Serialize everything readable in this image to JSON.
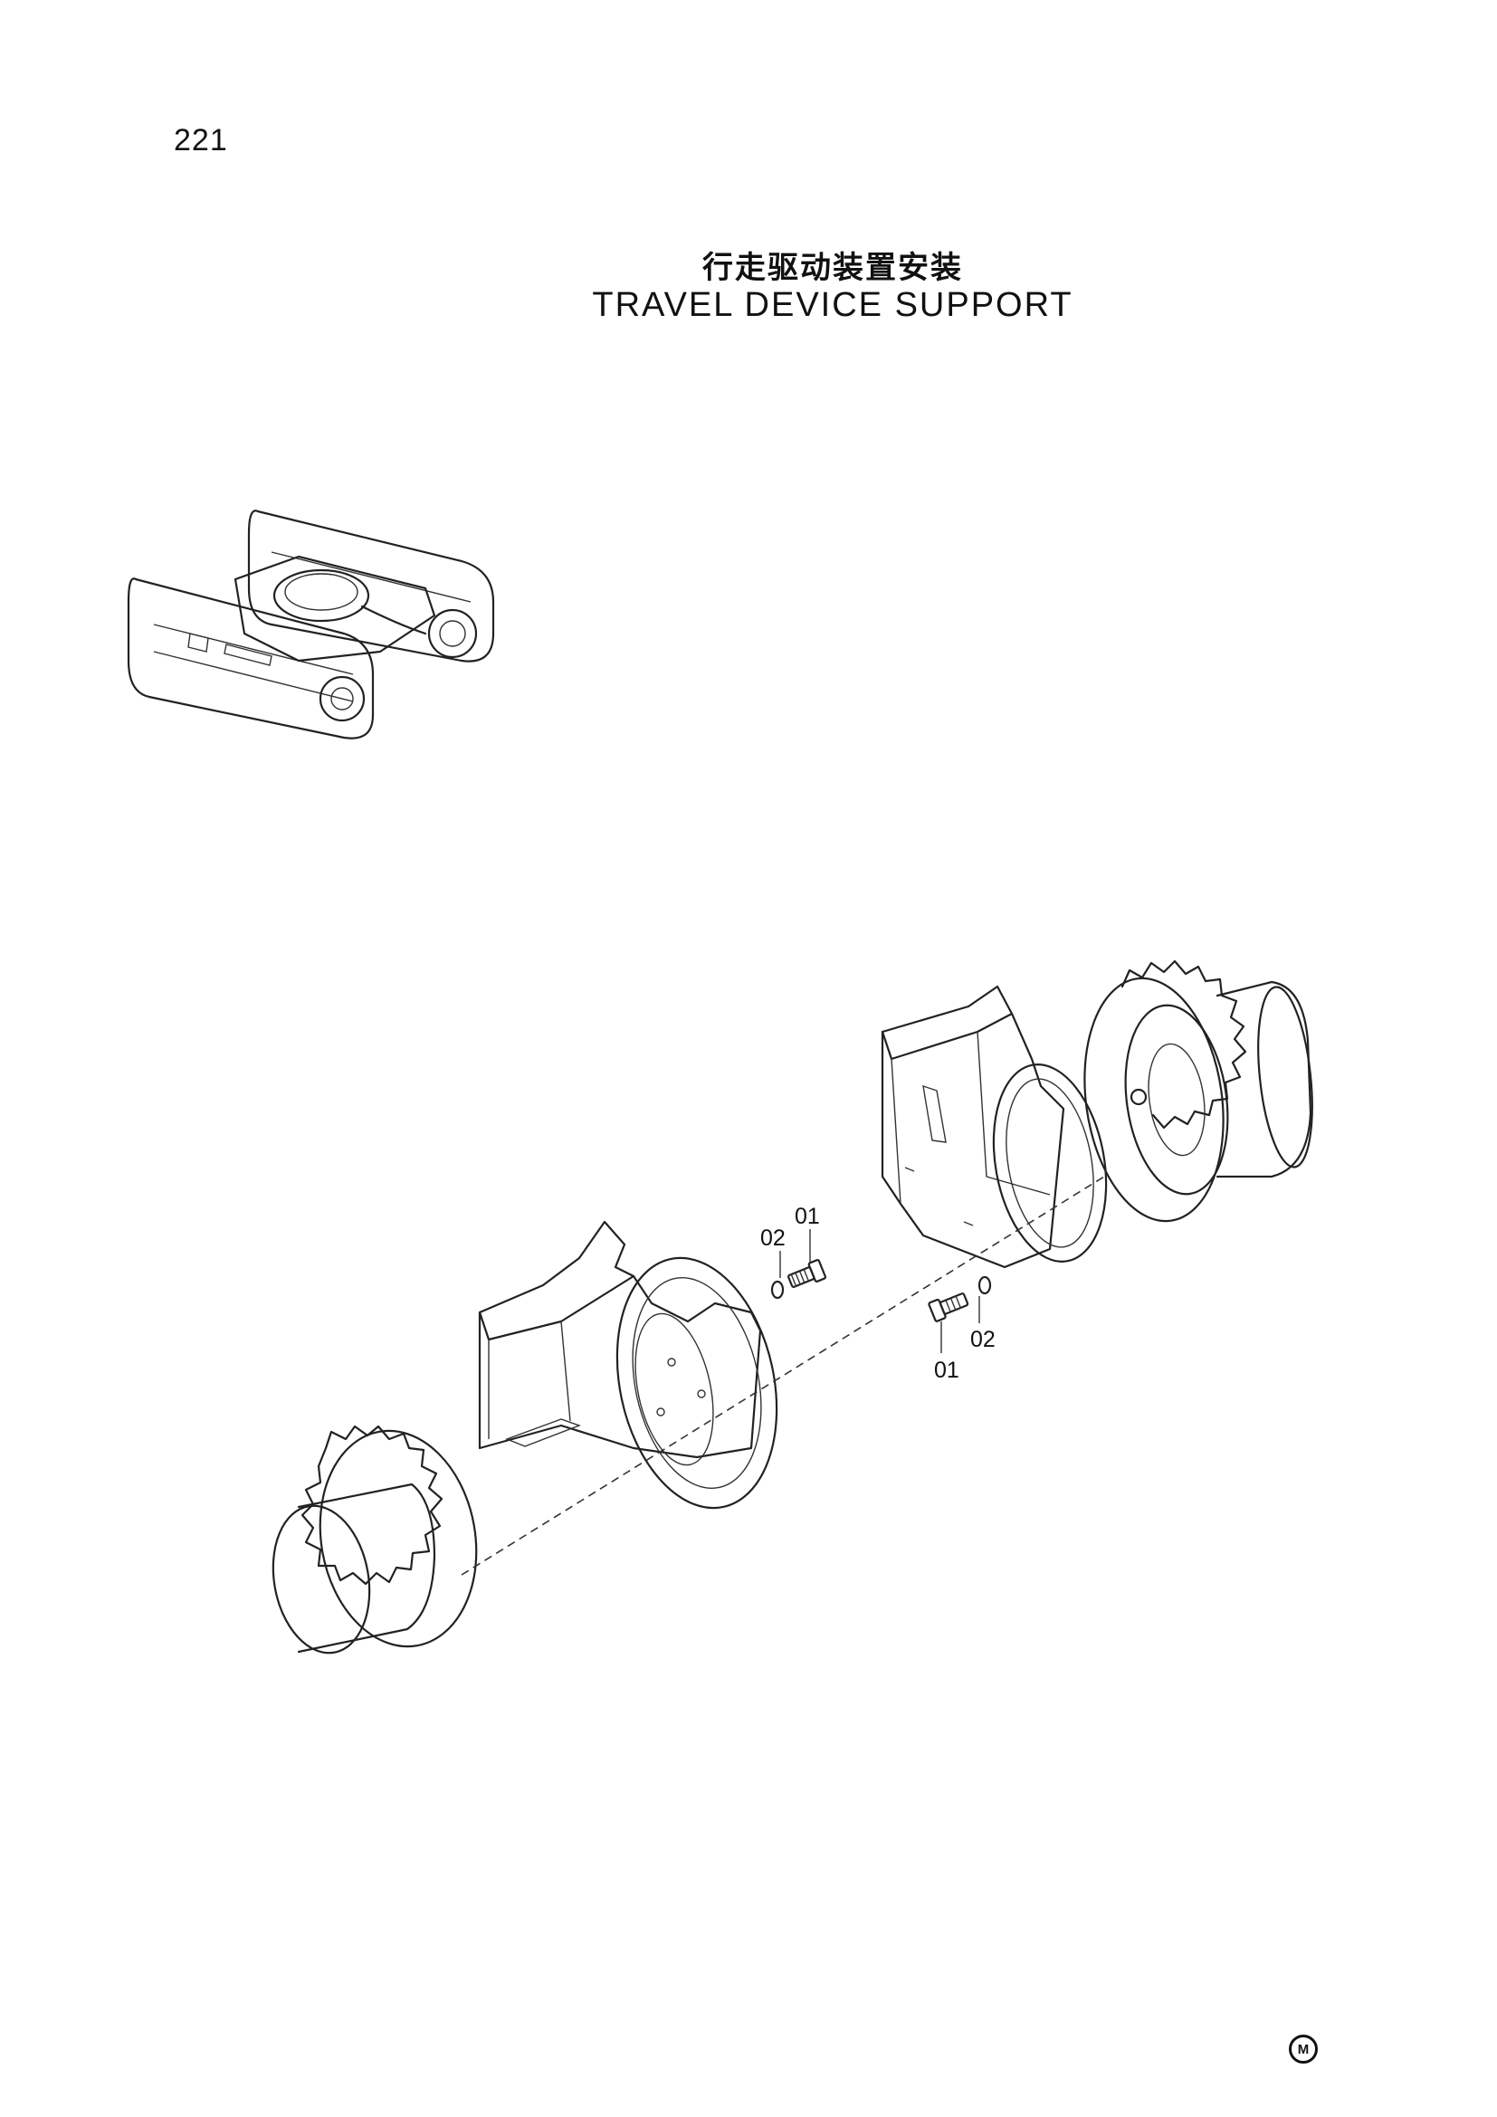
{
  "page": {
    "number": "221",
    "title_cn": "行走驱动装置安装",
    "title_en": "TRAVEL DEVICE SUPPORT"
  },
  "callouts": {
    "upper_part_a": "01",
    "upper_part_b": "02",
    "lower_part_a": "01",
    "lower_part_b": "02"
  },
  "badge": "M"
}
